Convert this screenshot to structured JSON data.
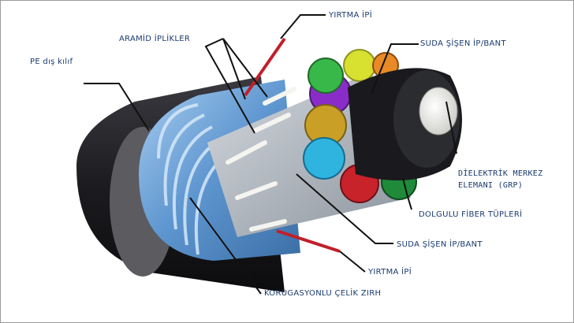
{
  "diagram": {
    "subject": "fiber-optic-cable-cross-section",
    "labels": {
      "pe_jacket": "PE dış kılıf",
      "aramid_yarns": "ARAMİD İPLİKLER",
      "ripcord_top": "YIRTMA İPİ",
      "water_swellable_tape_top": "SUDA ŞİŞEN İP/BANT",
      "dielectric_central_member_line1": "DİELEKTRİK  MERKEZ",
      "dielectric_central_member_line2": "ELEMANI (GRP)",
      "filled_fiber_tubes": "DOLGULU FİBER TÜPLERİ",
      "water_swellable_tape_bottom": "SUDA ŞİŞEN İP/BANT",
      "ripcord_bottom": "YIRTMA İPİ",
      "corrugated_steel_armor": "KORUGASYONLU ÇELİK ZIRH"
    },
    "colors": {
      "label_text": "#1a3a6e",
      "leader_line": "#111111",
      "outer_jacket": "#1e1e22",
      "armor": "#6ea3d8",
      "tape": "#aeb6c0",
      "ripcord": "#c0202a",
      "tube_colors": [
        "#d8e030",
        "#8a2cc8",
        "#39b84a",
        "#c9a025",
        "#2fb4e0",
        "#c8222a",
        "#1f8a3a",
        "#e88a25"
      ],
      "central_member": "#f2f2f0"
    }
  }
}
